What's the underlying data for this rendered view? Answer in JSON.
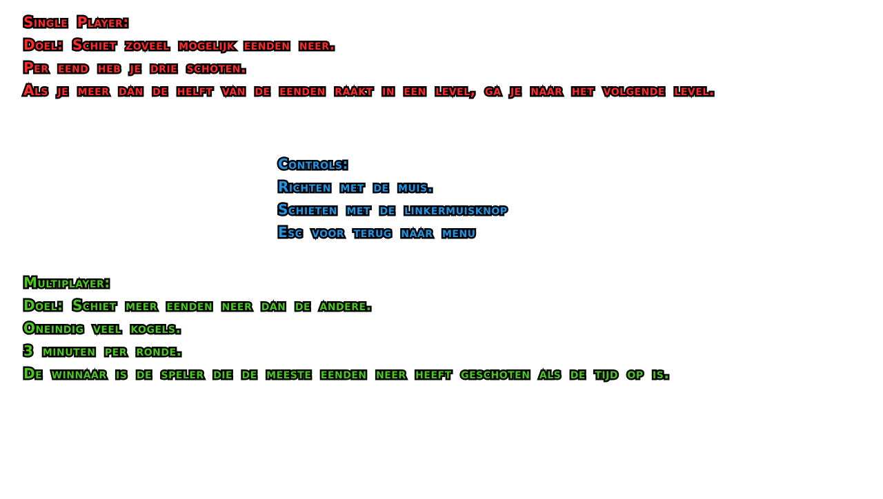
{
  "colors": {
    "single_player": "#ff2b2b",
    "controls": "#1e96e6",
    "multiplayer": "#4bc81e",
    "outline": "#000000",
    "background": "#ffffff"
  },
  "single_player": {
    "heading": "Single Player:",
    "lines": [
      "Doel: Schiet zoveel mogelijk eenden neer.",
      "Per eend heb je drie schoten.",
      "Als je meer dan de helft van de eenden raakt in een level, ga je naar het volgende level."
    ]
  },
  "controls": {
    "heading": "Controls:",
    "lines": [
      "Richten met de muis.",
      "Schieten met de linkermuisknop",
      "Esc voor terug naar menu"
    ]
  },
  "multiplayer": {
    "heading": "Multiplayer:",
    "lines": [
      "Doel: Schiet meer eenden neer dan de andere.",
      "Oneindig veel kogels.",
      "3 minuten per ronde.",
      "De winnaar is de speler die de meeste eenden neer heeft geschoten als de tijd op is."
    ]
  }
}
